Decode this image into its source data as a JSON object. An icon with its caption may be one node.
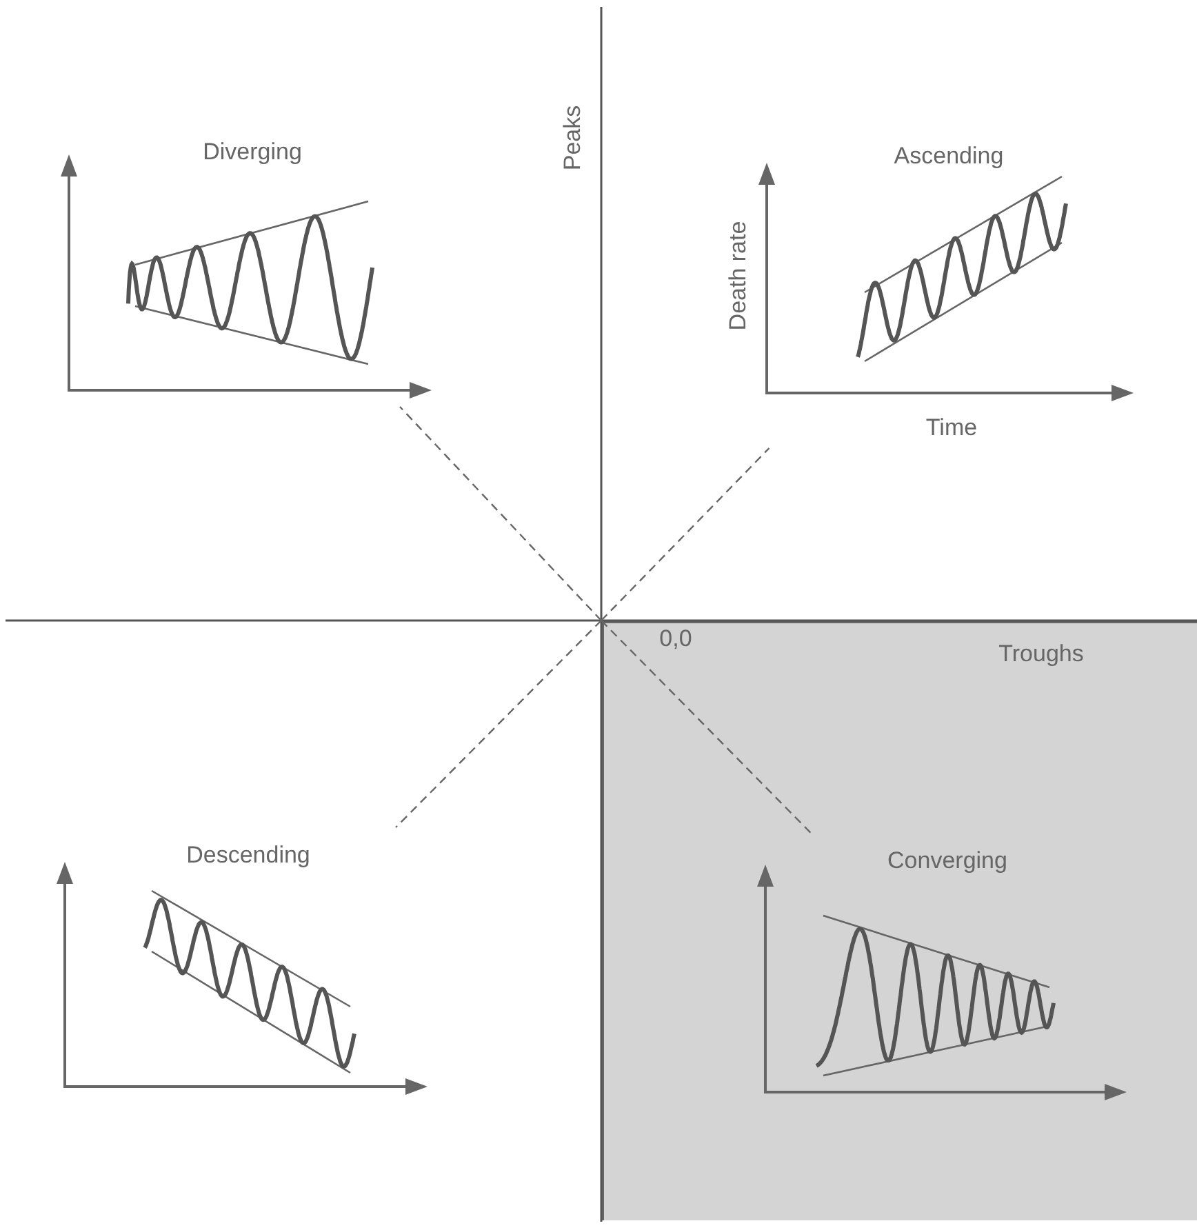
{
  "diagram": {
    "nodes": [
      {
        "text": [
          "Diverging"
        ]
      },
      {
        "text": [
          "Ascending",
          "Death rate",
          "Time"
        ]
      },
      {
        "text": [
          "Descending"
        ]
      },
      {
        "text": [],
        "shape": "box"
      },
      {
        "text": [
          "Converging"
        ],
        "in": 3
      }
    ],
    "edges": [
      {
        "from": 3,
        "to": 0,
        "arrow": "none",
        "style": "dashed"
      },
      {
        "from": 3,
        "to": 1,
        "arrow": "none",
        "style": "dashed"
      },
      {
        "from": 3,
        "to": 2,
        "arrow": "none",
        "style": "dashed"
      },
      {
        "from": null,
        "to": 4,
        "arrow": "none",
        "style": "dashed"
      }
    ],
    "labels": [
      "Peaks",
      "0,0",
      "Troughs"
    ]
  }
}
